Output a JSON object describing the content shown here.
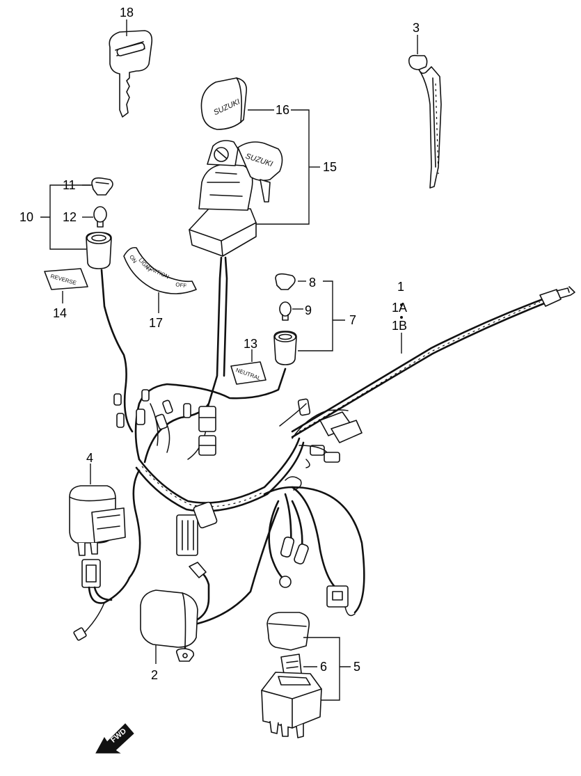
{
  "callouts": {
    "c1": "1",
    "c1A": "1A",
    "c1B": "1B",
    "c2": "2",
    "c3": "3",
    "c4": "4",
    "c5": "5",
    "c6": "6",
    "c7": "7",
    "c8": "8",
    "c9": "9",
    "c10": "10",
    "c11": "11",
    "c12": "12",
    "c13": "13",
    "c14": "14",
    "c15": "15",
    "c16": "16",
    "c17": "17",
    "c18": "18"
  },
  "key_cap_text": "SUZUKI",
  "switch_text": "SUZUKI",
  "labels": {
    "reverse": "REVERSE",
    "neutral": "NEUTRAL",
    "arc_on": "ON",
    "arc_light": "LIGHT",
    "arc_ignition": "IGNITION",
    "arc_off": "OFF"
  },
  "fwd_arrow": "FWD"
}
